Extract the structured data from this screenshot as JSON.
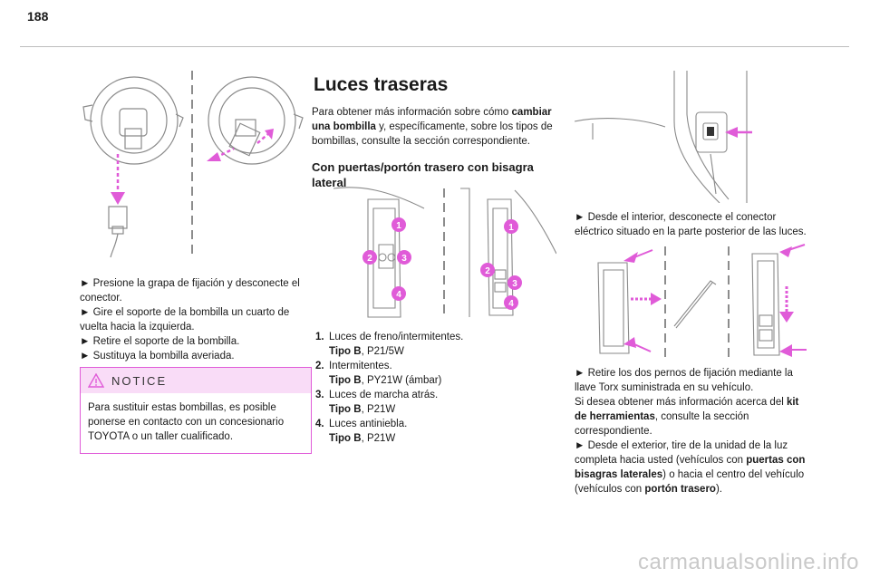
{
  "page": {
    "number": "188",
    "watermark": "carmanualsonline.info"
  },
  "col1": {
    "steps": [
      "► Presione la grapa de fijación y desconecte el conector.",
      "► Gire el soporte de la bombilla un cuarto de vuelta hacia la izquierda.",
      "► Retire el soporte de la bombilla.",
      "► Sustituya la bombilla averiada."
    ],
    "notice": {
      "title": "NOTICE",
      "text": "Para sustituir estas bombillas, es posible ponerse en contacto con un concesionario TOYOTA o un taller cualificado."
    }
  },
  "col2": {
    "title": "Luces traseras",
    "intro_a": "Para obtener más información sobre cómo ",
    "intro_b": "cambiar una bombilla",
    "intro_c": " y, específicamente, sobre los tipos de bombillas, consulte la sección correspondiente.",
    "subtitle": "Con puertas/portón trasero con bisagra lateral",
    "items": [
      {
        "num": "1.",
        "name": "Luces de freno/intermitentes.",
        "type": "Tipo B",
        "bulb": ", P21/5W"
      },
      {
        "num": "2.",
        "name": "Intermitentes.",
        "type": "Tipo B",
        "bulb": ", PY21W (ámbar)"
      },
      {
        "num": "3.",
        "name": "Luces de marcha atrás.",
        "type": "Tipo B",
        "bulb": ", P21W"
      },
      {
        "num": "4.",
        "name": "Luces antiniebla.",
        "type": "Tipo B",
        "bulb": ", P21W"
      }
    ],
    "callouts": [
      "1",
      "2",
      "3",
      "4"
    ]
  },
  "col3": {
    "p1": "► Desde el interior, desconecte el conector eléctrico situado en la parte posterior de las luces.",
    "p2": "► Retire los dos pernos de fijación mediante la llave Torx suministrada en su vehículo.",
    "p3a": "Si desea obtener más información acerca del ",
    "p3b": "kit de herramientas",
    "p3c": ", consulte la sección correspondiente.",
    "p4a": "► Desde el exterior, tire de la unidad de la luz completa hacia usted (vehículos con ",
    "p4b": "puertas con bisagras laterales",
    "p4c": ") o hacia el centro del vehículo (vehículos con ",
    "p4d": "portón trasero",
    "p4e": ")."
  },
  "colors": {
    "accent": "#e05bd8",
    "notice_bg": "#f9dcf7",
    "line": "#8a8a8a"
  },
  "icons": {
    "notice": "warning-triangle-icon"
  }
}
